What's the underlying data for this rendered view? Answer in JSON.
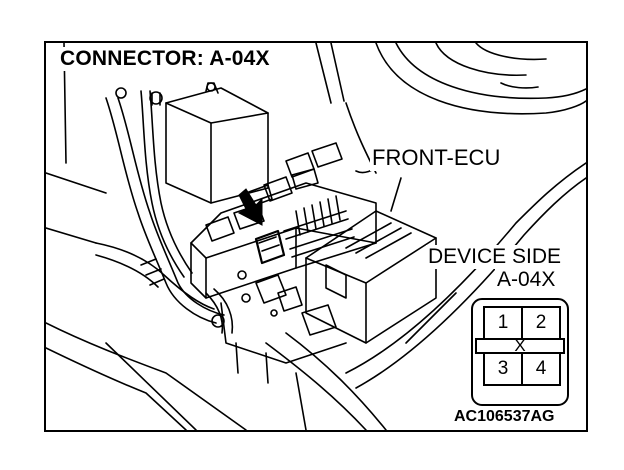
{
  "title": "CONNECTOR: A-04X",
  "labels": {
    "front_ecu": "FRONT-ECU",
    "device_side": "DEVICE SIDE",
    "device_connector": "A-04X",
    "figure_code": "AC106537AG"
  },
  "connector": {
    "pins": [
      "1",
      "2",
      "3",
      "4"
    ],
    "center_mark": "X"
  }
}
